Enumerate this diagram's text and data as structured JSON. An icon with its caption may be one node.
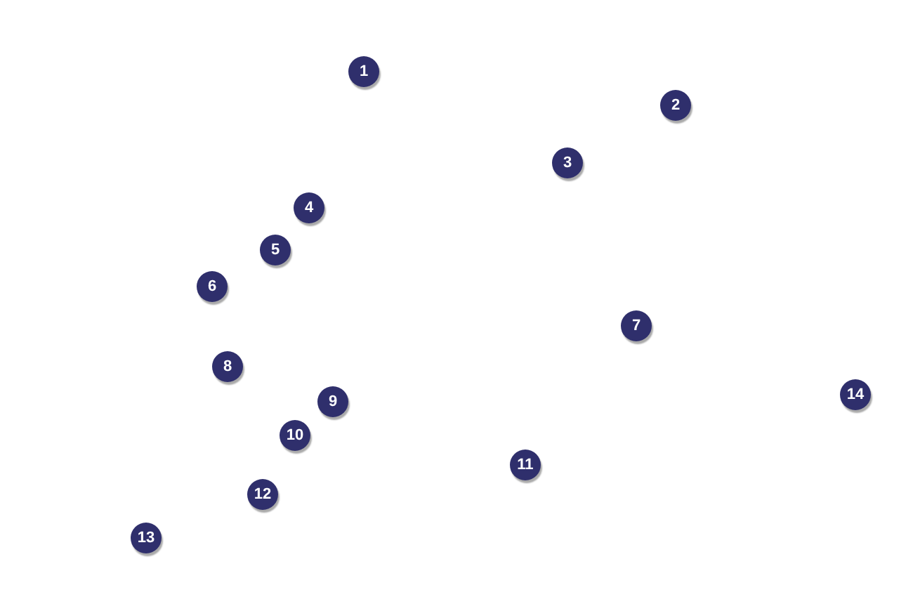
{
  "diagram": {
    "labels": [
      "1",
      "2",
      "3",
      "4",
      "5",
      "6",
      "7",
      "8",
      "9",
      "10",
      "11",
      "12",
      "13",
      "14"
    ]
  }
}
